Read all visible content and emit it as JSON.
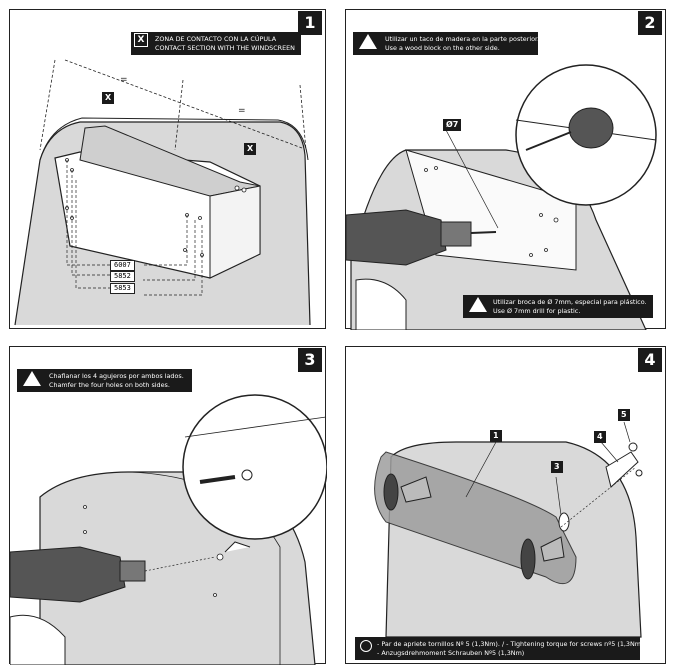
{
  "steps": [
    {
      "number": "1",
      "tag": "X",
      "note_es": "ZONA DE CONTACTO CON LA CÚPULA",
      "note_en": "CONTACT SECTION WITH THE WINDSCREEN",
      "marker_x": "X",
      "codes": [
        "6007",
        "5852",
        "5853"
      ],
      "equals": "="
    },
    {
      "number": "2",
      "note_es": "Utilizar un taco de madera en la parte posterior.",
      "note_en": "Use a wood block on the other side.",
      "drill_label": "Ø7",
      "note2_es": "Utilizar broca de Ø 7mm, especial para plástico.",
      "note2_en": "Use Ø 7mm drill for plastic."
    },
    {
      "number": "3",
      "note_es": "Chaflanar los 4 agujeros por ambos lados.",
      "note_en": "Chamfer the four holes on both sides."
    },
    {
      "number": "4",
      "parts": [
        "1",
        "3",
        "4",
        "5"
      ],
      "torque": "- Par de apriete tornillos Nº 5 (1,3Nm). / - Tightening torque for screws nº5 (1,3Nm).",
      "torque_de": "- Anzugsdrehmoment Schrauben Nº5 (1,3Nm)"
    }
  ],
  "icons": {
    "warning": "warning-triangle-icon",
    "x": "x-box-icon",
    "torque": "torque-wrench-icon"
  }
}
